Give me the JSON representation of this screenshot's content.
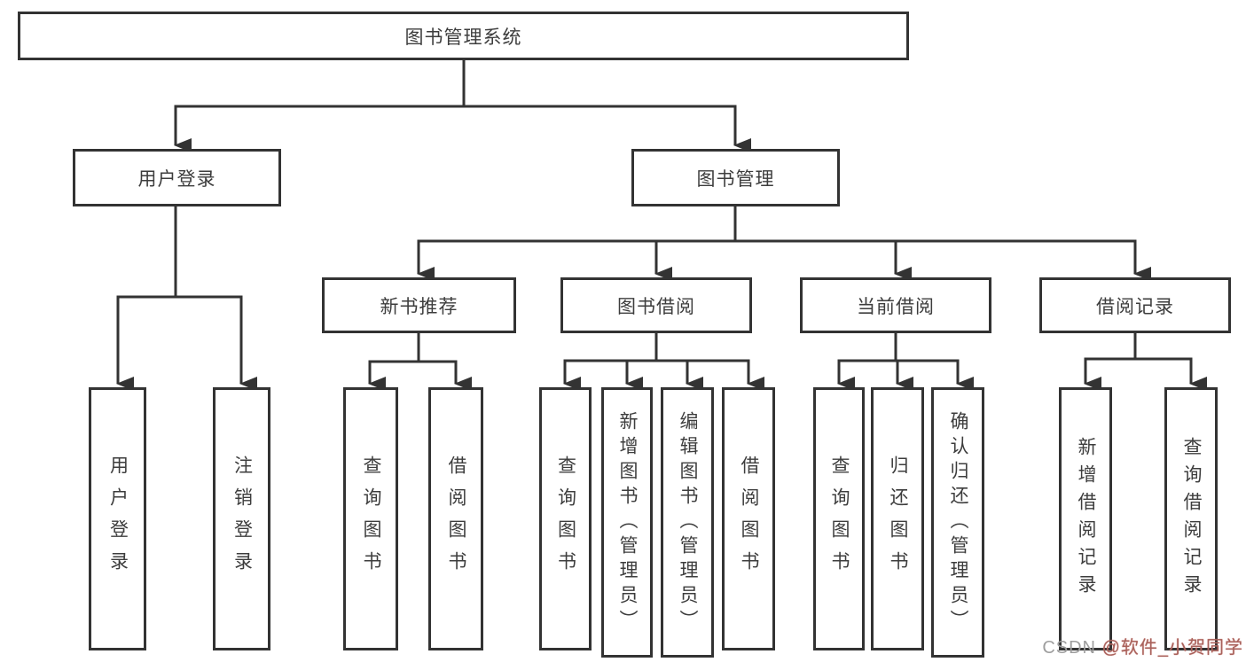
{
  "diagram": {
    "title": "图书管理系统",
    "level2": {
      "user_login": "用户登录",
      "book_management": "图书管理"
    },
    "level3": {
      "new_book_recommend": "新书推荐",
      "book_borrow": "图书借阅",
      "current_borrow": "当前借阅",
      "borrow_records": "借阅记录"
    },
    "leaves": {
      "user_login": "用户登录",
      "logout": "注销登录",
      "nb_query_books": "查询图书",
      "nb_borrow_books": "借阅图书",
      "bb_query_books": "查询图书",
      "bb_add_books_admin": "新增图书（管理员）",
      "bb_edit_books_admin": "编辑图书（管理员）",
      "bb_borrow_books": "借阅图书",
      "cb_query_books": "查询图书",
      "cb_return_books": "归还图书",
      "cb_confirm_return_admin": "确认归还（管理员）",
      "br_add_record": "新增借阅记录",
      "br_query_record": "查询借阅记录"
    },
    "watermark": {
      "prefix": "CSDN ",
      "handle": "@软件_小贺同学"
    },
    "colors": {
      "line": "#333333",
      "text": "#3d3d3d",
      "background": "#ffffff",
      "watermark_gray": "#9e9e9e",
      "watermark_red": "#a8625c"
    }
  }
}
